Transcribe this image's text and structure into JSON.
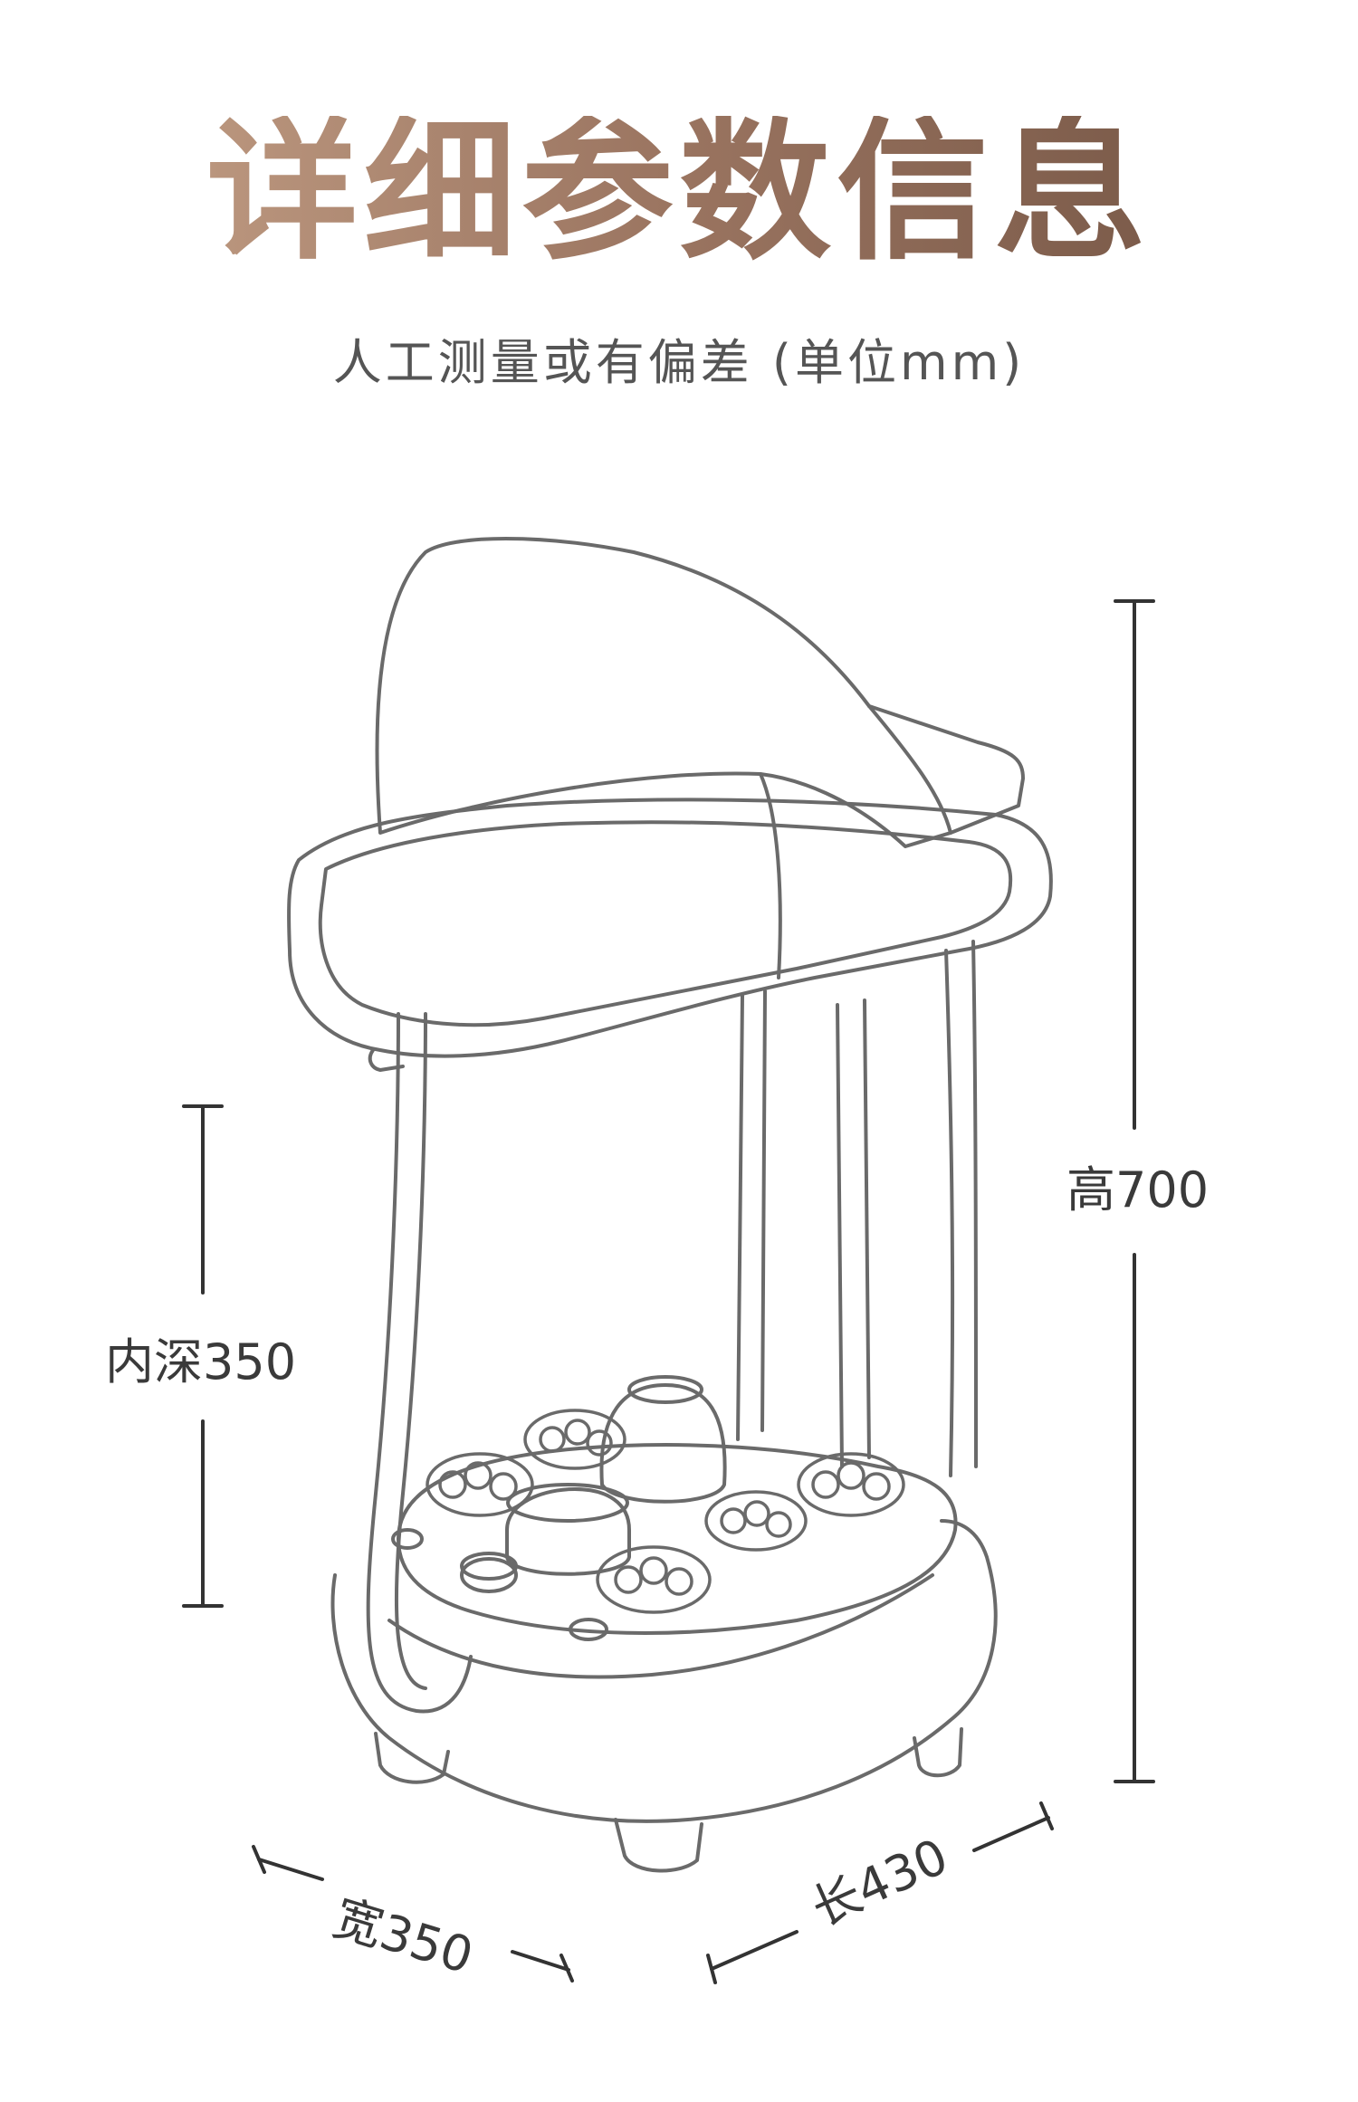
{
  "header": {
    "title": "详细参数信息",
    "subtitle": "人工测量或有偏差 (单位mm)"
  },
  "dimensions": {
    "height_label": "高700",
    "inner_depth_label": "内深350",
    "width_label": "宽350",
    "length_label": "长430"
  },
  "colors": {
    "title_gradient_start": "#c8a48a",
    "title_gradient_end": "#6f5141",
    "line": "#666666",
    "text": "#3a3a3a"
  },
  "illustration": {
    "subject": "foot-bath-massager-icon"
  }
}
